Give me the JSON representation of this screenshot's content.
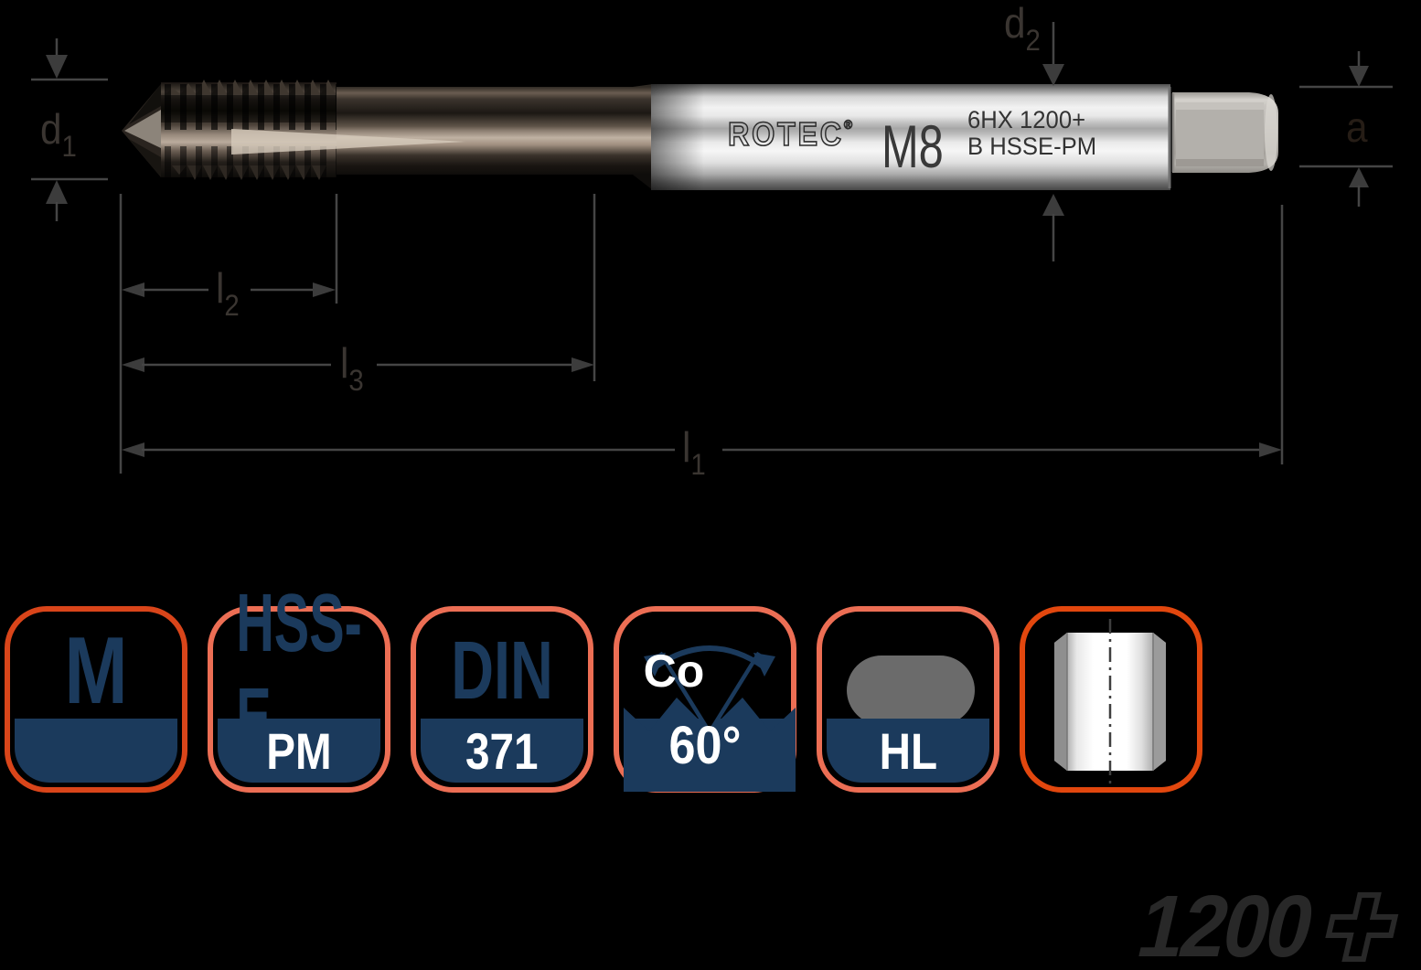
{
  "tool": {
    "brand": "ROTEC",
    "brand_reg": "®",
    "size_marking": "M8",
    "marking_line1": "6HX 1200+",
    "marking_line2": "B HSSE-PM"
  },
  "dimensions": {
    "d1": {
      "main": "d",
      "sub": "1"
    },
    "d2": {
      "main": "d",
      "sub": "2"
    },
    "a": {
      "main": "a",
      "sub": ""
    },
    "l2": {
      "main": "l",
      "sub": "2"
    },
    "l3": {
      "main": "l",
      "sub": "3"
    },
    "l1": {
      "main": "l",
      "sub": "1"
    }
  },
  "badges": [
    {
      "id": "thread-type",
      "label": "M",
      "strip": ""
    },
    {
      "id": "material",
      "label": "HSS-E",
      "strip": "PM"
    },
    {
      "id": "norm",
      "label": "DIN",
      "strip": "371"
    },
    {
      "id": "angle",
      "label": "Co",
      "strip": "60°"
    },
    {
      "id": "coating",
      "label": "",
      "strip": "HL"
    },
    {
      "id": "hole-type",
      "label": "",
      "strip": ""
    }
  ],
  "series_logo": {
    "digits": "1200",
    "plus_symbol": "+"
  },
  "colors": {
    "background": "#000000",
    "accent_orange": "#d9451a",
    "accent_salmon": "#ec6e54",
    "accent_red_orange": "#e2470e",
    "navy": "#1b3a5c",
    "dimension_line": "#454545",
    "series_logo_gray": "#282828"
  }
}
